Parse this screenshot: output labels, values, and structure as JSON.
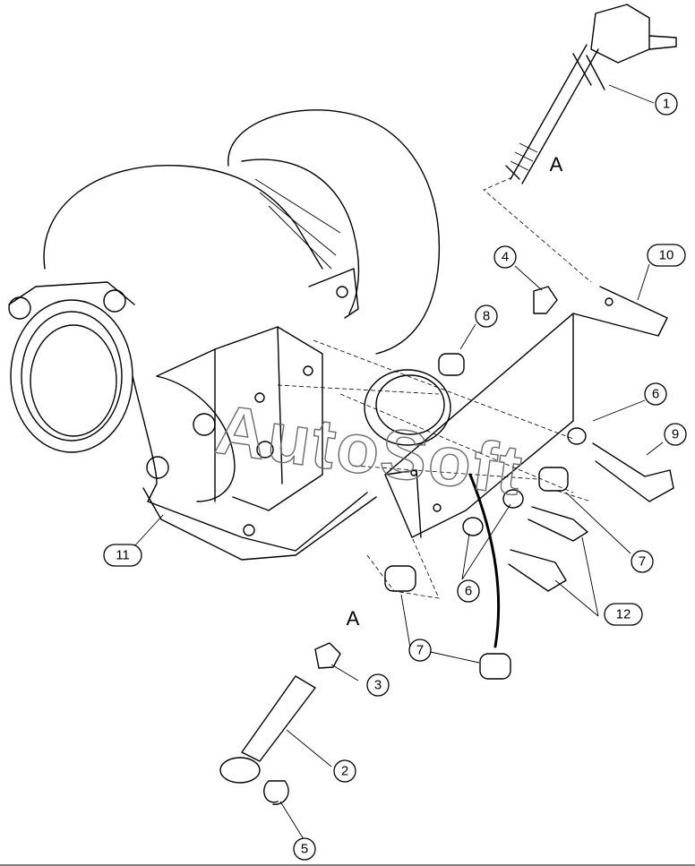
{
  "diagram": {
    "watermark": "AutoSoft",
    "reference_letters": [
      "A",
      "A"
    ],
    "callouts": [
      "1",
      "2",
      "3",
      "4",
      "5",
      "6",
      "6",
      "7",
      "7",
      "8",
      "9",
      "10",
      "11",
      "12"
    ]
  },
  "colors": {
    "ink": "#000000",
    "background": "#ffffff",
    "watermark": "#6c6c6c"
  }
}
